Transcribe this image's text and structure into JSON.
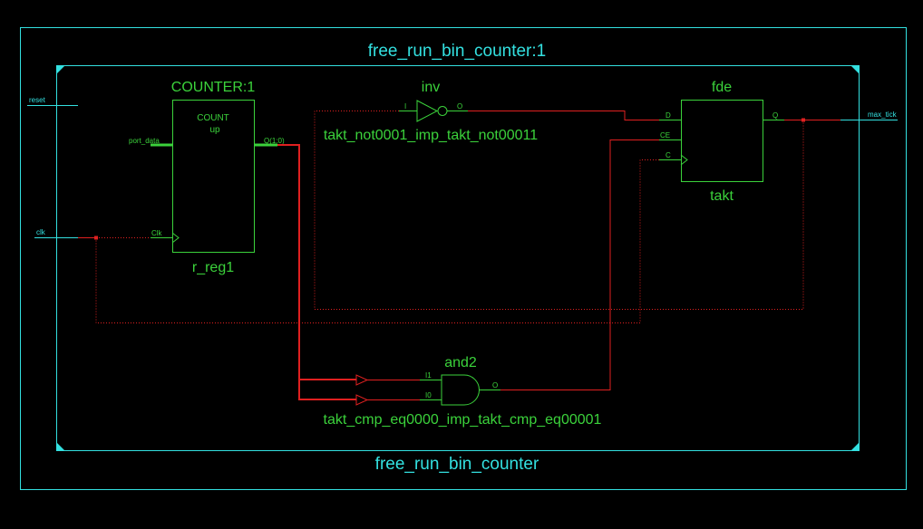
{
  "module": {
    "outer_label": "free_run_bin_counter:1",
    "inner_label": "free_run_bin_counter"
  },
  "ports": {
    "reset": "reset",
    "clk": "clk",
    "max_tick": "max_tick"
  },
  "counter": {
    "type_label": "COUNTER:1",
    "inner_line1": "COUNT",
    "inner_line2": "up",
    "pin_port_data": "port_data",
    "pin_q": "Q(1:0)",
    "pin_clk": "Clk",
    "instance": "r_reg1"
  },
  "inverter": {
    "type_label": "inv",
    "pin_in": "I",
    "pin_out": "O",
    "instance": "takt_not0001_imp_takt_not00011"
  },
  "flipflop": {
    "type_label": "fde",
    "pin_d": "D",
    "pin_ce": "CE",
    "pin_c": "C",
    "pin_q": "Q",
    "instance": "takt"
  },
  "and_gate": {
    "type_label": "and2",
    "pin_i1": "I1",
    "pin_i0": "I0",
    "pin_out": "O",
    "instance": "takt_cmp_eq0000_imp_takt_cmp_eq00001"
  },
  "colors": {
    "background": "#000000",
    "frame": "#33e0e0",
    "component": "#3bd23b",
    "net": "#e02020"
  }
}
